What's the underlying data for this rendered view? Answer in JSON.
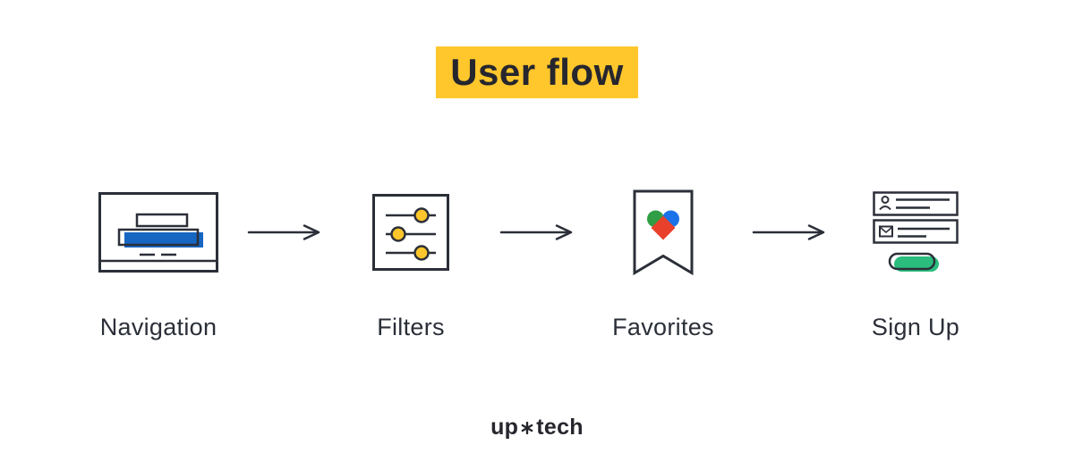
{
  "title": "User flow",
  "steps": [
    {
      "label": "Navigation",
      "icon": "browser-window-search-icon"
    },
    {
      "label": "Filters",
      "icon": "sliders-icon"
    },
    {
      "label": "Favorites",
      "icon": "bookmark-heart-icon"
    },
    {
      "label": "Sign Up",
      "icon": "signup-form-icon"
    }
  ],
  "arrows": {
    "icon": "arrow-right-icon",
    "count": 3
  },
  "logo": {
    "left": "up",
    "right": "tech",
    "mark": "asterisk-mark-icon"
  },
  "colors": {
    "title_highlight": "#FFC72C",
    "ink": "#2B2F38",
    "navigation_blue": "#1766C2",
    "slider_knob_yellow": "#FFC62B",
    "heart_green": "#2F9E44",
    "heart_blue": "#1A73E8",
    "heart_red": "#E8402A",
    "signup_button_green": "#2BBD7E"
  }
}
